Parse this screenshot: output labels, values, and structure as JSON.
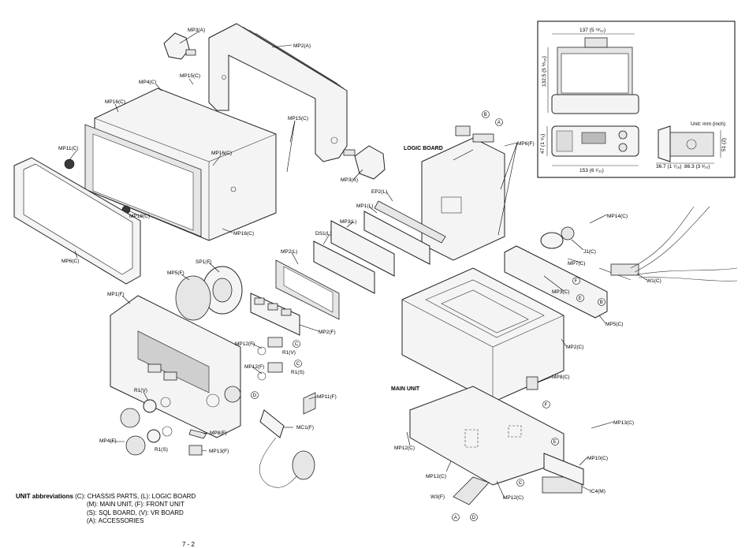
{
  "labels": {
    "mp3a_top": "MP3(A)",
    "mp2a": "MP2(A)",
    "mp4c": "MP4(C)",
    "mp15c_a": "MP15(C)",
    "mp16c_a": "MP16(C)",
    "mp15c_b": "MP15(C)",
    "mp16c_b": "MP16(C)",
    "mp11c": "MP11(C)",
    "mp18c": "MP18(C)",
    "mp16c_c": "MP16(C)",
    "mp6c": "MP6(C)",
    "mp3a_bottom": "MP3(A)",
    "logic_board": "LOGIC BOARD",
    "mp6f": "MP6(F)",
    "ep2l": "EP2(L)",
    "mp1l": "MP1(L)",
    "mp3l": "MP3(L)",
    "ds1l": "DS1(L)",
    "mp2l": "MP2(L)",
    "sp1f": "SP1(F)",
    "mp5f": "MP5(F)",
    "mp1f": "MP1(F)",
    "mp2f": "MP2(F)",
    "mp12f_a": "MP12(F)",
    "r1v_a": "R1(V)",
    "mp12f_b": "MP12(F)",
    "r1s_a": "R1(S)",
    "mp11f": "MP11(F)",
    "mc1f": "MC1(F)",
    "r1v_b": "R1(V)",
    "mp4f": "MP4(F)",
    "r1s_b": "R1(S)",
    "mp8f": "MP8(F)",
    "mp13f": "MP13(F)",
    "mp14c": "MP14(C)",
    "j1c": "J1(C)",
    "mp7c": "MP7(C)",
    "mp3c": "MP3(C)",
    "w1c": "W1(C)",
    "mp5c": "MP5(C)",
    "mp2c": "MP2(C)",
    "mp8c": "MP8(C)",
    "main_unit": "MAIN UNIT",
    "mp12c_a": "MP12(C)",
    "mp12c_b": "MP12(C)",
    "mp12c_c": "MP12(C)",
    "w3f": "W3(F)",
    "mp13c": "MP13(C)",
    "mp10c": "MP10(C)",
    "ic4m": "IC4(M)"
  },
  "callouts": {
    "a": "A",
    "b": "B",
    "c": "C",
    "d": "D",
    "e": "E",
    "f": "F"
  },
  "dimensions": {
    "width_top": "137 (5 ¹³⁄₃₂)",
    "height_side": "132.5 (5 ⅕₁₆)",
    "depth_side": "47 (1 ⁵⁄₈)",
    "width_front": "153 (6 ¹⁄₃₂)",
    "unit_note": "Unit: mm (inch)",
    "side_a": "36.7 (1 ⁷⁄₁₆)",
    "side_b": "86.3 (3 ²⁄₅₂)",
    "side_c": "51 (2)"
  },
  "legend": {
    "title": "UNIT abbreviations",
    "line1": "(C): CHASSIS PARTS, (L): LOGIC BOARD",
    "line2": "(M): MAIN UNIT, (F): FRONT UNIT",
    "line3": "(S): SQL BOARD, (V): VR BOARD",
    "line4": "(A): ACCESSORIES"
  },
  "page_number": "7 - 2"
}
